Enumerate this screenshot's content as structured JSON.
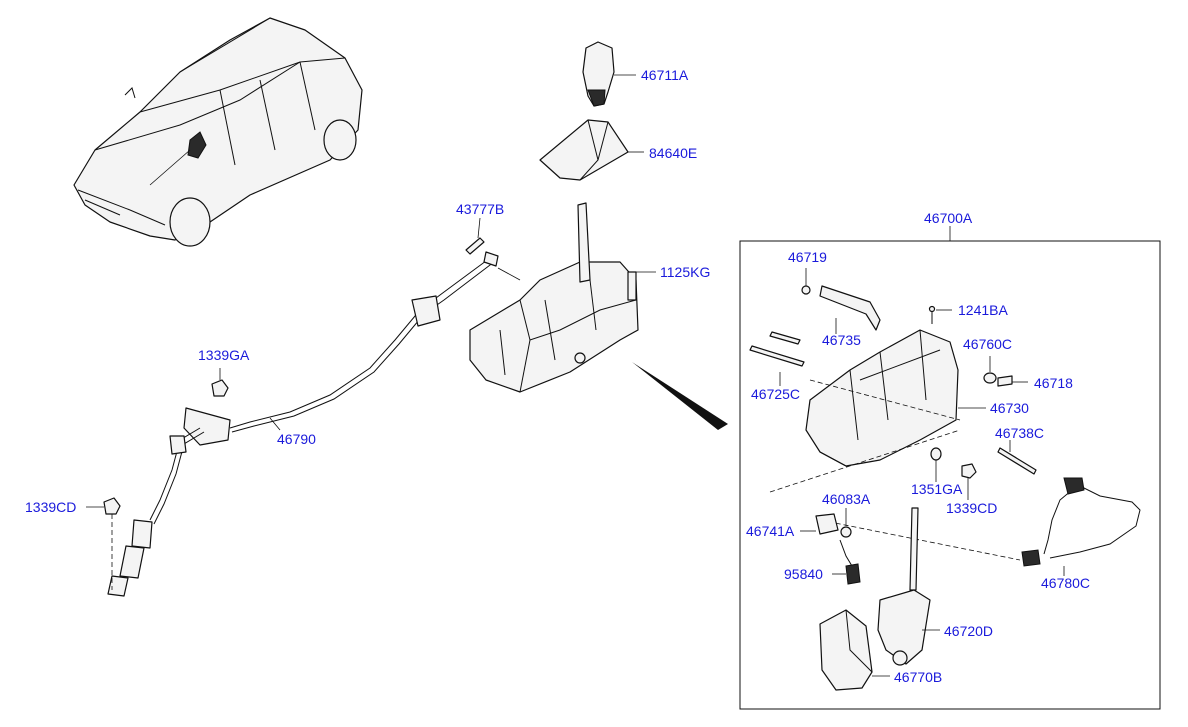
{
  "labels": {
    "p46711A": "46711A",
    "p84640E": "84640E",
    "p43777B": "43777B",
    "p1125KG": "1125KG",
    "p46700A": "46700A",
    "p46719": "46719",
    "p1241BA": "1241BA",
    "p46735": "46735",
    "p46760C": "46760C",
    "p46718": "46718",
    "p46725C": "46725C",
    "p46730": "46730",
    "p46738C": "46738C",
    "p1339GA": "1339GA",
    "p46790": "46790",
    "p1339CD_left": "1339CD",
    "p1351GA": "1351GA",
    "p1339CD_right": "1339CD",
    "p46083A": "46083A",
    "p46741A": "46741A",
    "p95840": "95840",
    "p46720D": "46720D",
    "p46770B": "46770B",
    "p46780C": "46780C"
  },
  "colors": {
    "label": "#1a1adb",
    "outline": "#111111",
    "background": "#ffffff"
  }
}
